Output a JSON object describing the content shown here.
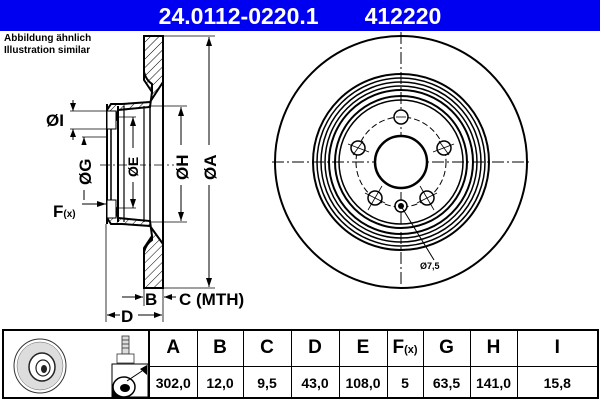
{
  "header": {
    "part_number": "24.0112-0220.1",
    "ref_number": "412220",
    "background_color": "#0000f0",
    "text_color": "#ffffff"
  },
  "caption": {
    "line1": "Abbildung ähnlich",
    "line2": "Illustration similar"
  },
  "section_view": {
    "labels": {
      "dia_I": "ØI",
      "dia_G": "ØG",
      "dia_E": "ØE",
      "dia_H": "ØH",
      "dia_A": "ØA",
      "F": "F",
      "F_sub": "(x)",
      "B": "B",
      "C": "C (MTH)",
      "D": "D"
    }
  },
  "front_view": {
    "bolt_holes": 5,
    "small_hole_label": "Ø7,5"
  },
  "table": {
    "icons": [
      "brake-disc-icon",
      "bolt-icon",
      "cleaning-spray-icon"
    ],
    "columns": [
      {
        "key": "A",
        "label": "A",
        "value": "302,0"
      },
      {
        "key": "B",
        "label": "B",
        "value": "12,0"
      },
      {
        "key": "C",
        "label": "C",
        "value": "9,5"
      },
      {
        "key": "D",
        "label": "D",
        "value": "43,0"
      },
      {
        "key": "E",
        "label": "E",
        "value": "108,0"
      },
      {
        "key": "F",
        "label": "F",
        "label_sub": "(x)",
        "value": "5"
      },
      {
        "key": "G",
        "label": "G",
        "value": "63,5"
      },
      {
        "key": "H",
        "label": "H",
        "value": "141,0"
      },
      {
        "key": "I",
        "label": "I",
        "value": "15,8"
      }
    ]
  }
}
